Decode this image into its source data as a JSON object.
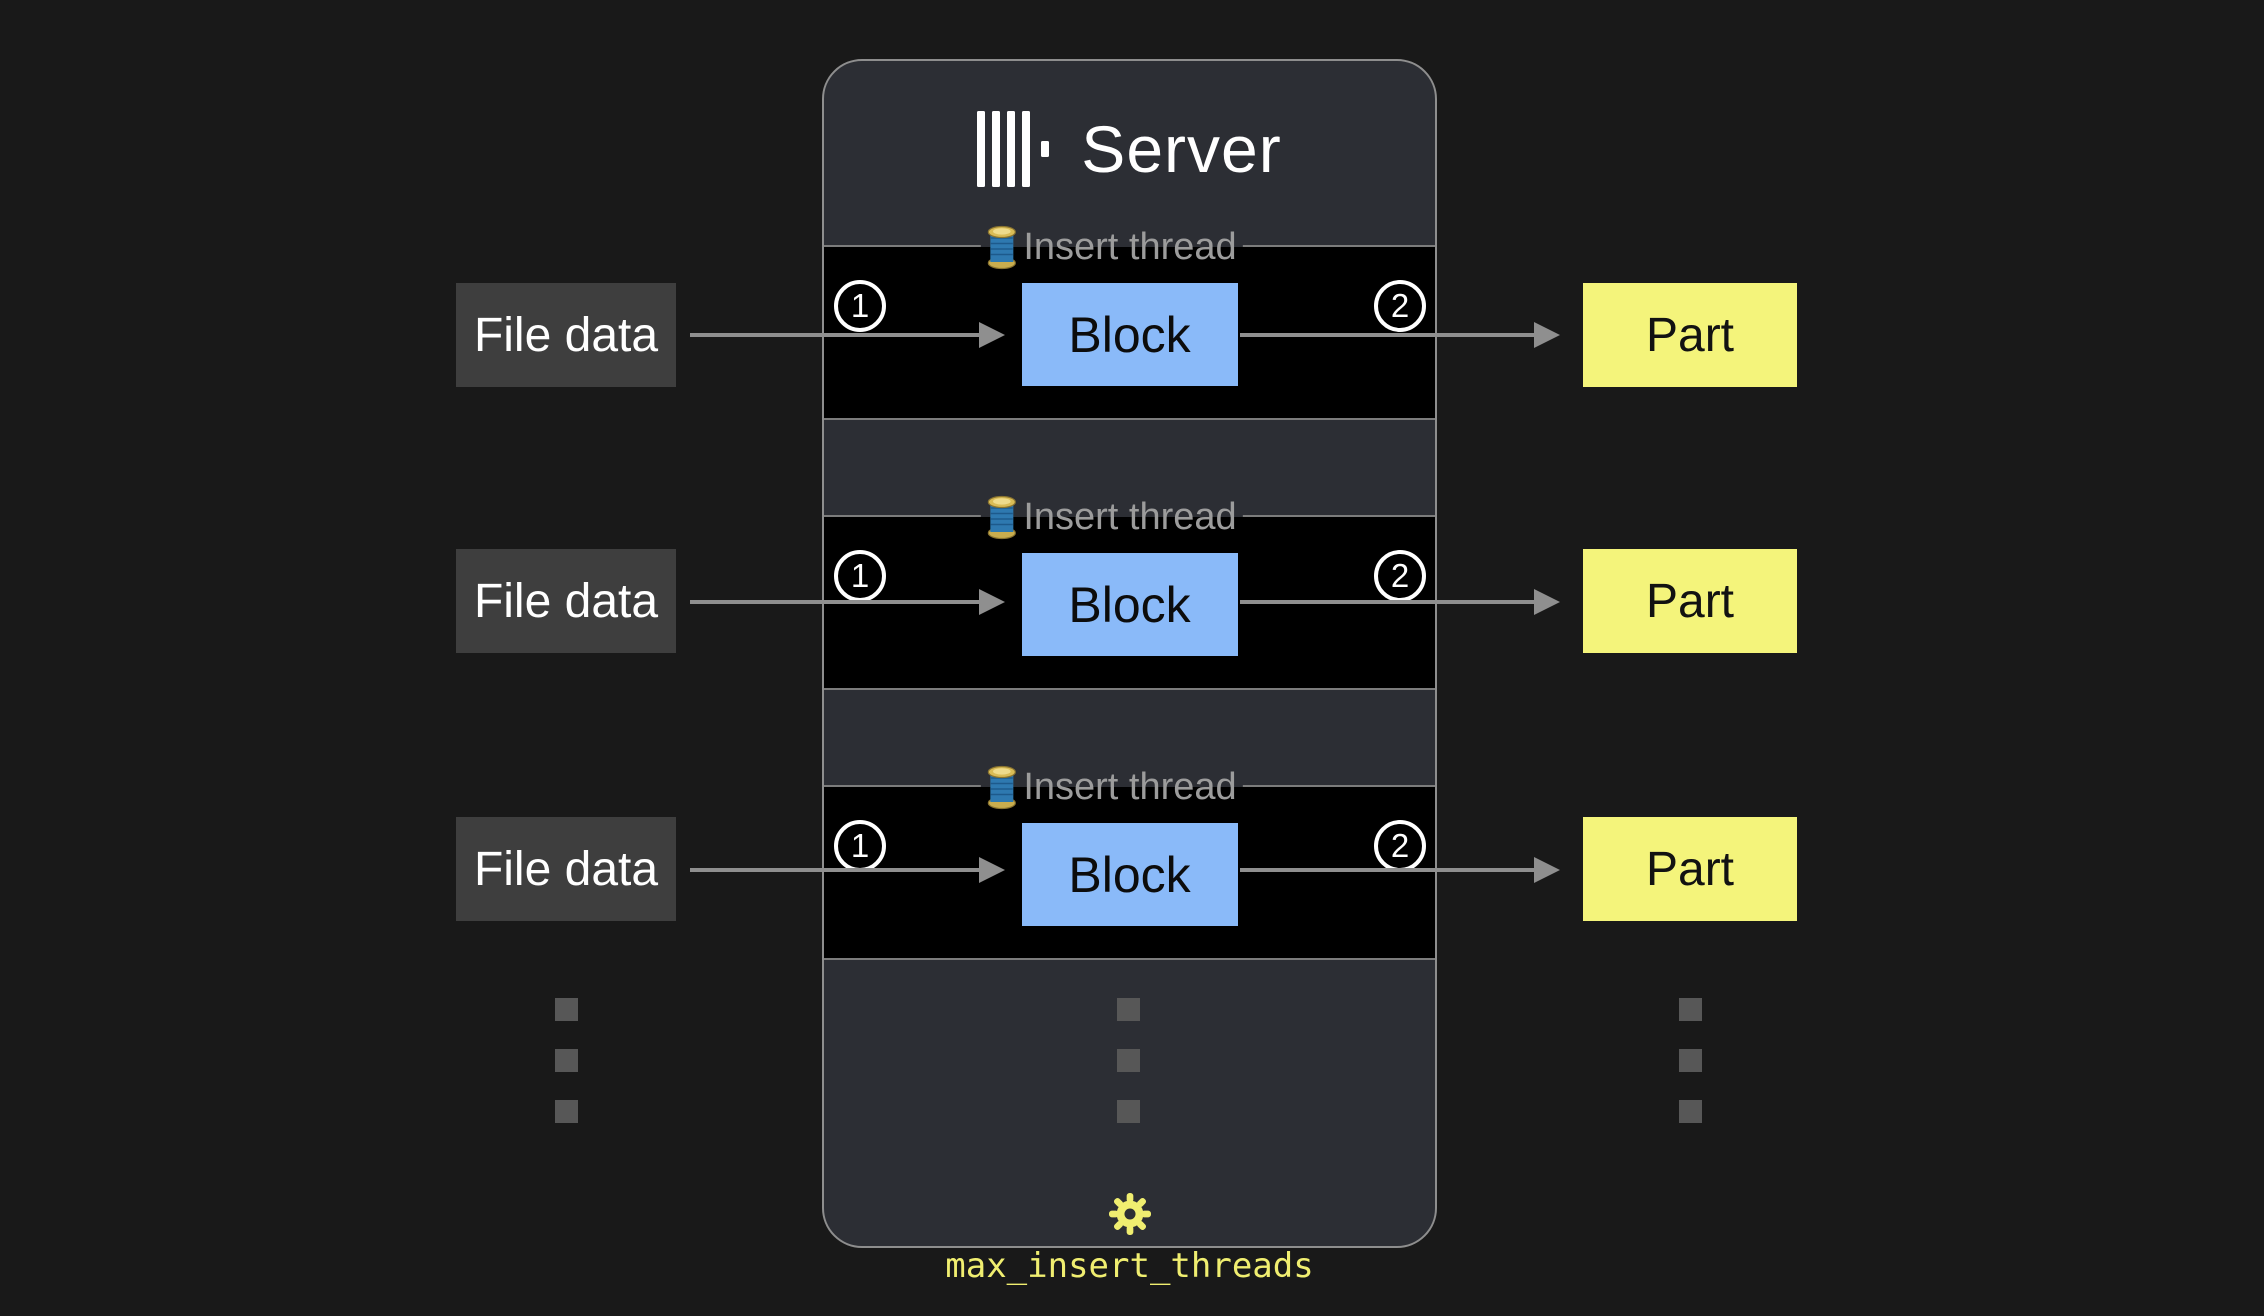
{
  "colors": {
    "page_bg": "#191919",
    "server_bg": "#2c2e34",
    "server_border": "#8e8e8e",
    "row_bg": "#000000",
    "row_border": "#7c7c7c",
    "legend_text": "#9c9c9c",
    "file_data_bg": "#3e3e3e",
    "file_data_text": "#ffffff",
    "block_bg": "#8abaf9",
    "block_text": "#0c0c0c",
    "part_bg": "#f4f47b",
    "part_text": "#121212",
    "arrow": "#8f8f8f",
    "dot": "#575757",
    "accent_yellow": "#f0ee70",
    "title_text": "#ffffff"
  },
  "server": {
    "title": "Server",
    "setting_label": "max_insert_threads"
  },
  "icons": {
    "logo": "clickhouse-bars-logo",
    "legend": "thread-spool-icon",
    "settings": "gear-icon",
    "ellipsis": "vertical-square-dots"
  },
  "rows": [
    {
      "input_label": "File data",
      "legend": "Insert thread",
      "step_in": "1",
      "block_label": "Block",
      "step_out": "2",
      "output_label": "Part"
    },
    {
      "input_label": "File data",
      "legend": "Insert thread",
      "step_in": "1",
      "block_label": "Block",
      "step_out": "2",
      "output_label": "Part"
    },
    {
      "input_label": "File data",
      "legend": "Insert thread",
      "step_in": "1",
      "block_label": "Block",
      "step_out": "2",
      "output_label": "Part"
    }
  ]
}
